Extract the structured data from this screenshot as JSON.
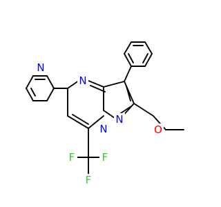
{
  "atoms": {
    "pyridine_n": {
      "label": "N",
      "color": "#0000ff"
    },
    "ring_n": {
      "label": "N",
      "color": "#0000ff"
    },
    "bridge_n": {
      "label": "N",
      "color": "#0000ff"
    },
    "pyrazole_n": {
      "label": "N",
      "color": "#0000ff"
    },
    "ether_o": {
      "label": "O",
      "color": "#ff0000"
    },
    "fluorine_top": {
      "label": "F",
      "color": "#33cc33"
    },
    "fluorine_left": {
      "label": "F",
      "color": "#33cc33"
    },
    "fluorine_bottom": {
      "label": "F",
      "color": "#33cc33"
    }
  },
  "colors": {
    "bond": "#000000",
    "background": "#ffffff"
  }
}
